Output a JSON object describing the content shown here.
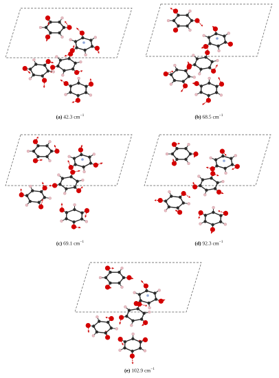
{
  "figure": {
    "panels": [
      {
        "id": "a",
        "label": "(a)",
        "value": "42.3",
        "unit": "cm",
        "exponent": "−1"
      },
      {
        "id": "b",
        "label": "(b)",
        "value": "68.5",
        "unit": "cm",
        "exponent": "−1"
      },
      {
        "id": "c",
        "label": "(c)",
        "value": "69.1",
        "unit": "cm",
        "exponent": "−1"
      },
      {
        "id": "d",
        "label": "(d)",
        "value": "92.3",
        "unit": "cm",
        "exponent": "−1"
      },
      {
        "id": "e",
        "label": "(e)",
        "value": "102.9",
        "unit": "cm",
        "exponent": "−1"
      }
    ],
    "colors": {
      "oxygen": "#d40000",
      "carbon": "#2b2b2b",
      "hydrogen": "#e8bcc4",
      "nitrogen": "#8fa8d8",
      "displacement_arrow": "#cc0000",
      "cell_outline": "#555555"
    }
  }
}
